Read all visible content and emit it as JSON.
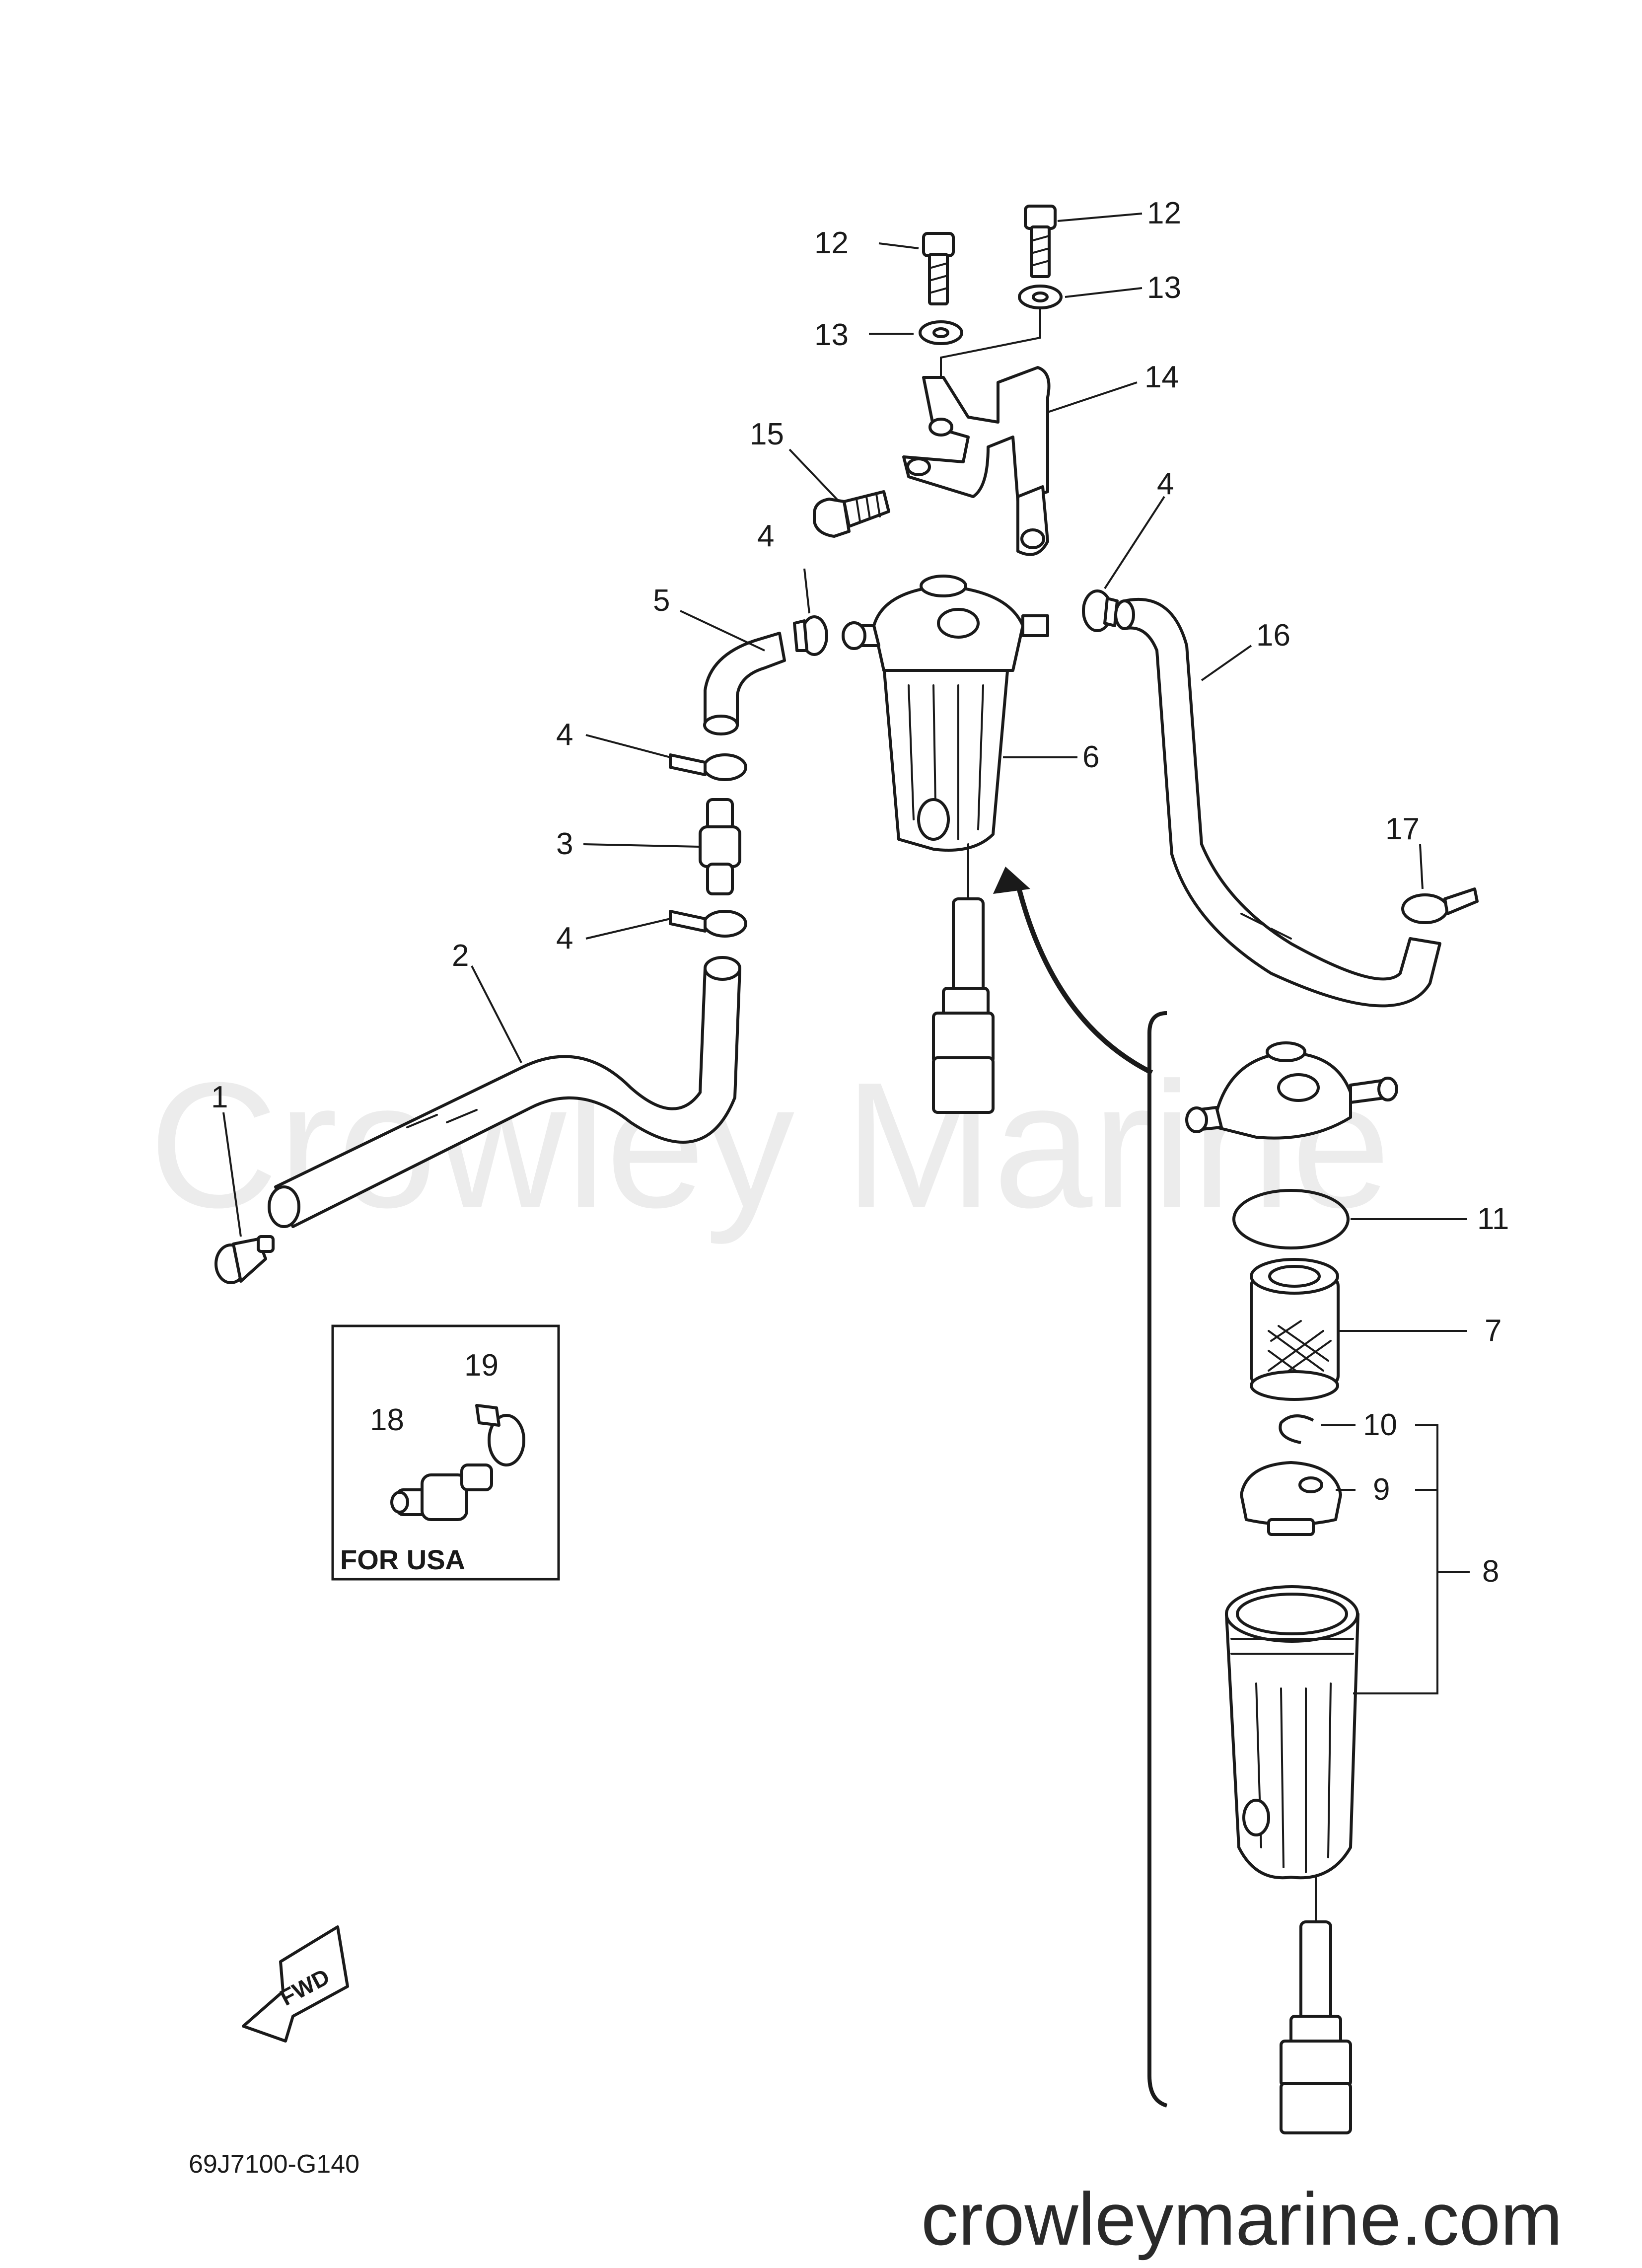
{
  "watermark": "Crowley Marine",
  "website": "crowleymarine.com",
  "diagram_code": "69J7100-G140",
  "inset_title": "FOR USA",
  "fwd_label": "FWD",
  "part_labels": {
    "p1": "1",
    "p2": "2",
    "p3": "3",
    "p4a": "4",
    "p4b": "4",
    "p4c": "4",
    "p4d": "4",
    "p5": "5",
    "p6": "6",
    "p7": "7",
    "p8": "8",
    "p9": "9",
    "p10": "10",
    "p11": "11",
    "p12a": "12",
    "p12b": "12",
    "p13a": "13",
    "p13b": "13",
    "p14": "14",
    "p15": "15",
    "p16": "16",
    "p17": "17",
    "p18": "18",
    "p19": "19"
  }
}
